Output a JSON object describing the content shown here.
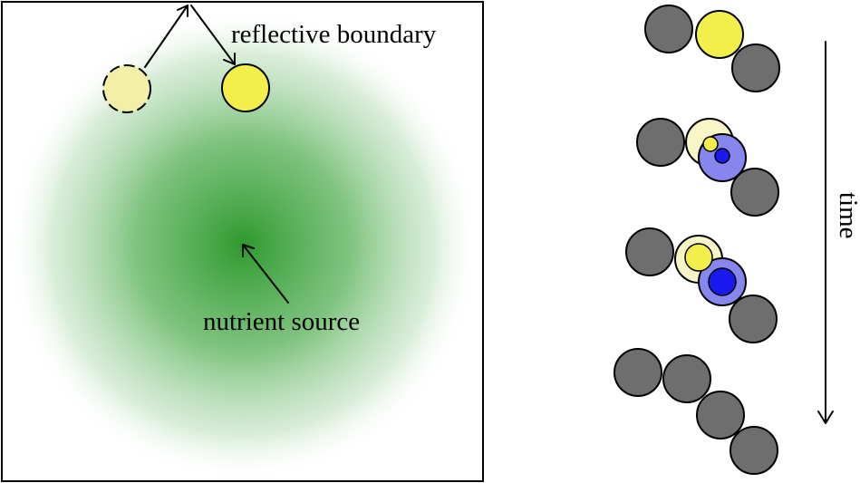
{
  "labels": {
    "reflective_boundary": "reflective boundary",
    "nutrient_source": "nutrient source",
    "time": "time"
  },
  "colors": {
    "nutrient_green": "#2e9a2e",
    "cell_yellow": "#f2ef4a",
    "cell_yellow_faded": "#f1f0a6",
    "cell_yellow_halo": "#f8f6c6",
    "cell_gray": "#6e6e6e",
    "cell_blue": "#1a1af0",
    "cell_blue_halo": "#8686ee",
    "outline": "#000000"
  }
}
